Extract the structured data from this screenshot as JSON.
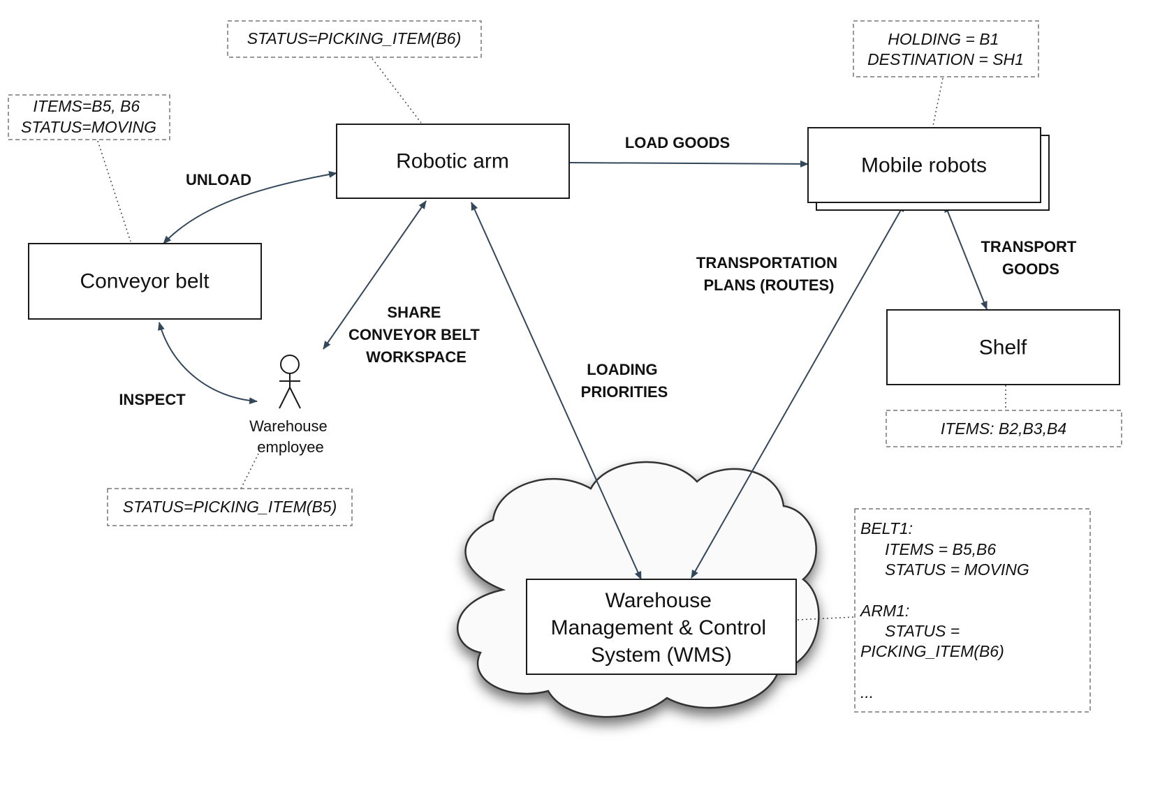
{
  "nodes": {
    "robotic_arm": "Robotic arm",
    "mobile_robots": "Mobile robots",
    "conveyor_belt": "Conveyor belt",
    "shelf": "Shelf",
    "wms": [
      "Warehouse",
      "Management & Control",
      "System (WMS)"
    ]
  },
  "actor": {
    "label": [
      "Warehouse",
      "employee"
    ]
  },
  "edges": {
    "unload": [
      "UNLOAD"
    ],
    "load_goods": [
      "LOAD GOODS"
    ],
    "inspect": [
      "INSPECT"
    ],
    "share_workspace": [
      "SHARE",
      "CONVEYOR BELT",
      "WORKSPACE"
    ],
    "loading_priorities": [
      "LOADING",
      "PRIORITIES"
    ],
    "transportation_plans": [
      "TRANSPORTATION",
      "PLANS (ROUTES)"
    ],
    "transport_goods": [
      "TRANSPORT",
      "GOODS"
    ]
  },
  "notes": {
    "arm_status": [
      "STATUS=PICKING_ITEM(B6)"
    ],
    "belt_state": [
      "ITEMS=B5, B6",
      "STATUS=MOVING"
    ],
    "robot_state": [
      "HOLDING = B1",
      "DESTINATION = SH1"
    ],
    "shelf_items": [
      "ITEMS: B2,B3,B4"
    ],
    "employee_status": [
      "STATUS=PICKING_ITEM(B5)"
    ],
    "wms_state": [
      "BELT1:",
      "ITEMS = B5,B6",
      "STATUS = MOVING",
      "",
      "ARM1:",
      "STATUS =",
      "PICKING_ITEM(B6)",
      "",
      "..."
    ]
  },
  "colors": {
    "arrow": "#33475b",
    "box_stroke": "#1a1a1a",
    "note_stroke": "#777777"
  }
}
